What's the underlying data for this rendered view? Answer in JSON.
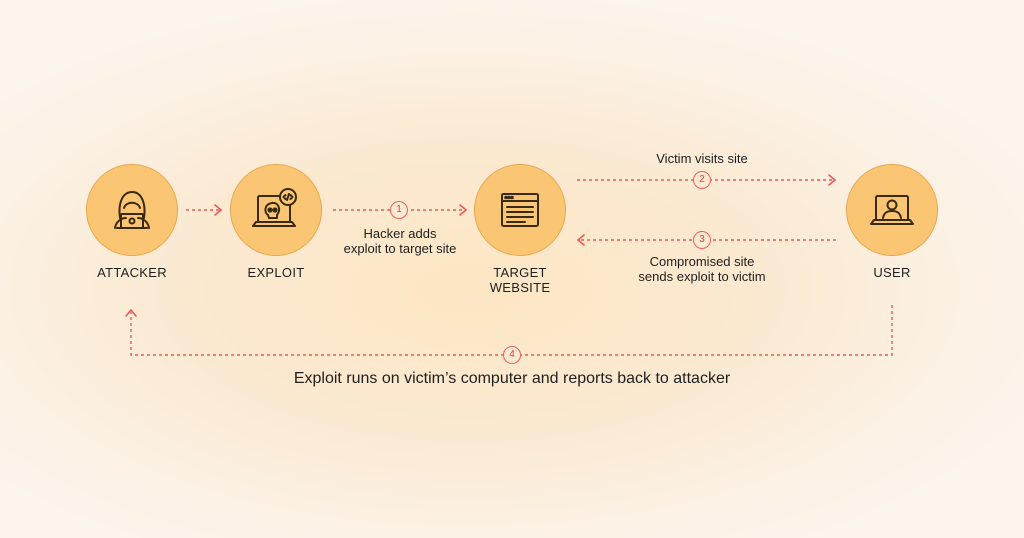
{
  "colors": {
    "node_fill": "#fbc673",
    "node_stroke": "#e8a64e",
    "icon": "#3a2a12",
    "arrow": "#e85a5a",
    "background": "#fbeedd"
  },
  "nodes": {
    "attacker": {
      "label": "ATTACKER",
      "icon": "hooded-hacker-laptop-icon"
    },
    "exploit": {
      "label": "EXPLOIT",
      "icon": "laptop-skull-code-icon"
    },
    "target": {
      "label_line1": "TARGET",
      "label_line2": "WEBSITE",
      "icon": "browser-window-icon"
    },
    "user": {
      "label": "USER",
      "icon": "user-laptop-icon"
    }
  },
  "steps": {
    "s1": {
      "number": "1",
      "line1": "Hacker adds",
      "line2": "exploit to target site"
    },
    "s2": {
      "number": "2",
      "line1": "Victim visits site"
    },
    "s3": {
      "number": "3",
      "line1": "Compromised site",
      "line2": "sends exploit to victim"
    },
    "s4": {
      "number": "4"
    }
  },
  "caption": "Exploit runs on victim’s computer and reports back to attacker"
}
